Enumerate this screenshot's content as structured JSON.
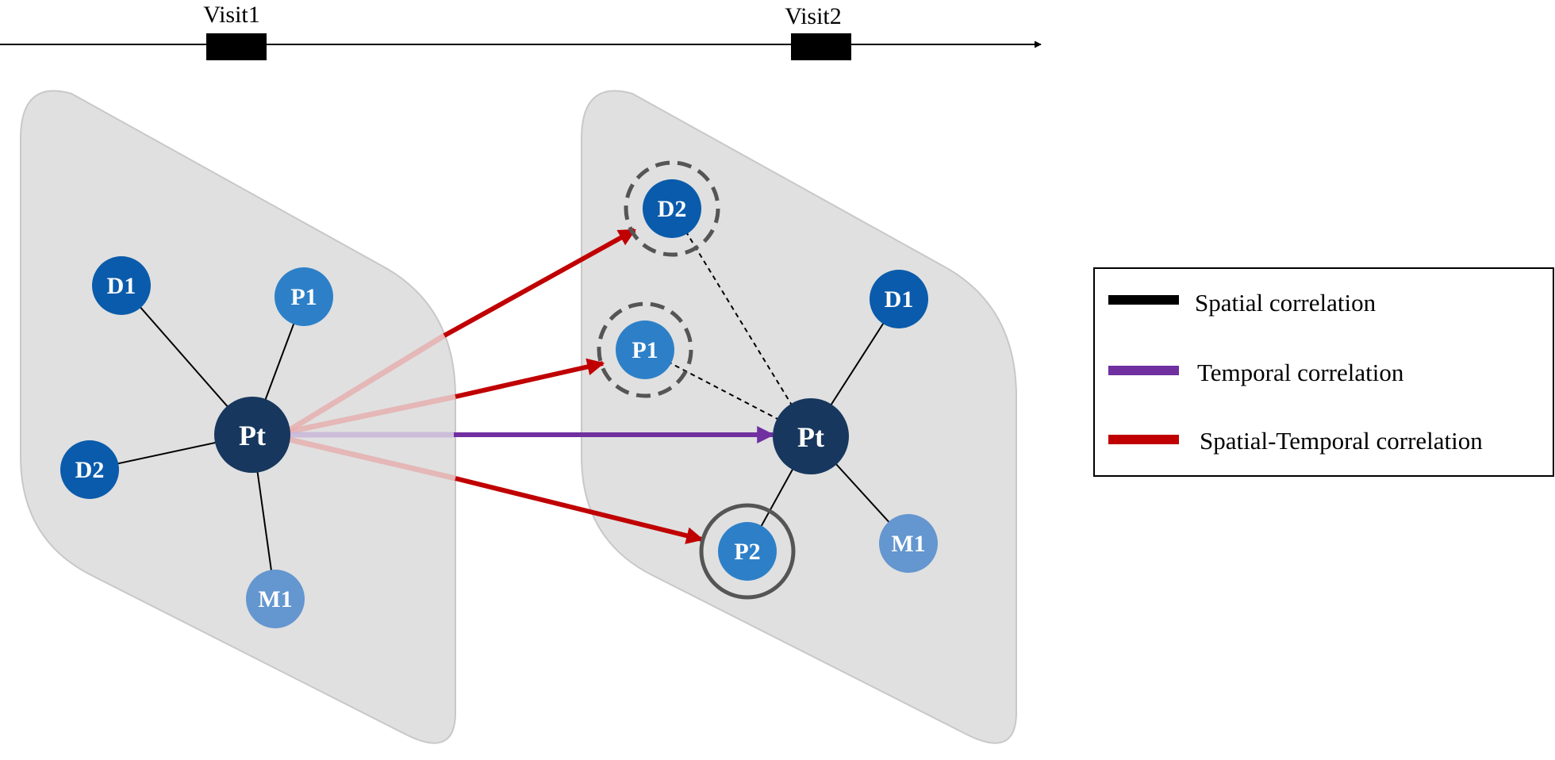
{
  "timeline": {
    "visit1_label": "Visit1",
    "visit2_label": "Visit2"
  },
  "visit1_graph": {
    "center": "Pt",
    "nodes": {
      "d1": "D1",
      "p1": "P1",
      "d2": "D2",
      "m1": "M1"
    }
  },
  "visit2_graph": {
    "center": "Pt",
    "nodes": {
      "d2": "D2",
      "p1": "P1",
      "d1": "D1",
      "m1": "M1",
      "p2": "P2"
    }
  },
  "legend": {
    "items": [
      {
        "label": "Spatial correlation",
        "color": "#000000"
      },
      {
        "label": "Temporal correlation",
        "color": "#7030a0"
      },
      {
        "label": "Spatial-Temporal correlation",
        "color": "#c00000"
      }
    ]
  },
  "colors": {
    "panel": "#e0e0e0",
    "center_node": "#17375e",
    "diagnosis_node": "#0a5bab",
    "procedure_node": "#2d80c8",
    "medication_node": "#6496cf",
    "spatial_edge": "#000000",
    "temporal_edge": "#7030a0",
    "spatiotemporal_edge": "#c00000",
    "ring": "#555555"
  }
}
